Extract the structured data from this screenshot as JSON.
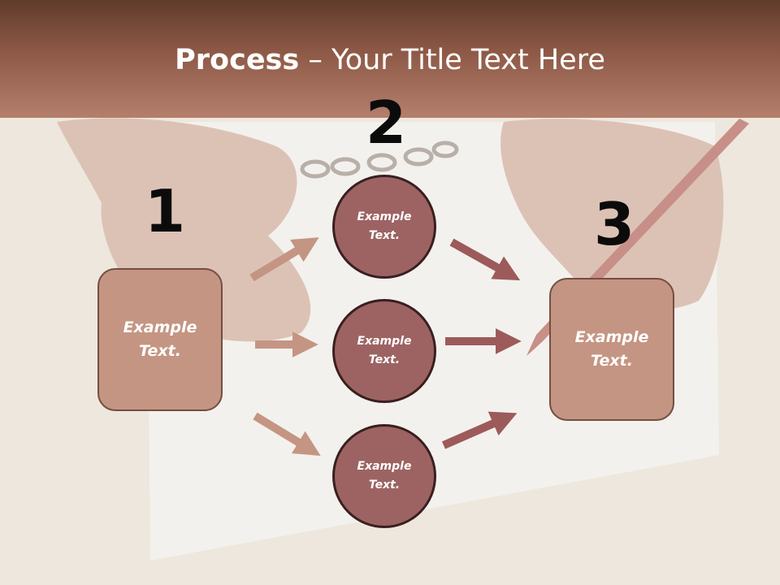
{
  "title": {
    "bold": "Process",
    "rest": " – Your Title Text Here"
  },
  "steps": {
    "one": "1",
    "two": "2",
    "three": "3"
  },
  "left_box": {
    "text": "Example\nText."
  },
  "right_box": {
    "text": "Example\nText."
  },
  "circles": [
    {
      "text": "Example\nText."
    },
    {
      "text": "Example\nText."
    },
    {
      "text": "Example\nText."
    }
  ],
  "colors": {
    "title_bar_top": "#603b2a",
    "title_bar_bottom": "#b47f6c",
    "box_fill": "#c49582",
    "circle_fill": "#9d6363",
    "arrow_light": "#c49582",
    "arrow_dark": "#9d5a5a"
  }
}
